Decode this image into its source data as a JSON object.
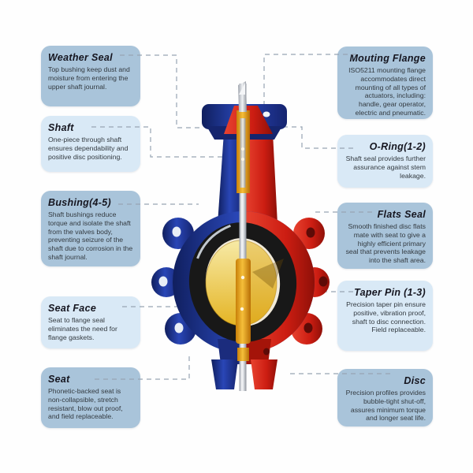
{
  "diagram": {
    "label": "Butterfly valve cutaway diagram",
    "parts": [
      "weather seal",
      "shaft",
      "bushing",
      "seat face",
      "seat",
      "mounting flange",
      "o-ring",
      "flats seal",
      "taper pin",
      "disc"
    ]
  },
  "colors": {
    "box_dark": "#a9c4da",
    "box_light": "#d9e9f6",
    "title_text": "#15151f",
    "body_text": "#333a40",
    "connector": "#97a5b3",
    "valve_blue": "#2440ab",
    "valve_red": "#d2261a",
    "shaft_gold": "#e9a51d",
    "disc_yellow": "#eecb52",
    "seat_black": "#1a1a1a",
    "stem_silver": "#c7ccd3"
  },
  "callouts": {
    "left": [
      {
        "id": "weather-seal",
        "tone": "dark",
        "title": "Weather Seal",
        "body": "Top bushing keep dust and moisture from entering the upper shaft journal."
      },
      {
        "id": "shaft",
        "tone": "light",
        "title": "Shaft",
        "body": "One-piece through shaft ensures dependability and positive disc positioning."
      },
      {
        "id": "bushing",
        "tone": "dark",
        "title": "Bushing(4-5)",
        "body": "Shaft bushings reduce torque and isolate the shaft from the valves body, preventing seizure of the shaft due to corrosion in the shaft journal."
      },
      {
        "id": "seat-face",
        "tone": "light",
        "title": "Seat Face",
        "body": "Seat to flange seal eliminates the need for flange gaskets."
      },
      {
        "id": "seat",
        "tone": "dark",
        "title": "Seat",
        "body": "Phonetic-backed seat is non-collapsible, stretch resistant, blow out proof, and field replaceable."
      }
    ],
    "right": [
      {
        "id": "mounting-flange",
        "tone": "dark",
        "title": "Mouting Flange",
        "body": "ISO5211 mounting flange accommodates direct mounting of all types of actuators, including: handle, gear operator, electric and pneumatic."
      },
      {
        "id": "o-ring",
        "tone": "light",
        "title": "O-Ring(1-2)",
        "body": "Shaft seal provides further assurance against stem leakage."
      },
      {
        "id": "flats-seal",
        "tone": "dark",
        "title": "Flats Seal",
        "body": "Smooth finished disc flats mate with seat to give a highly efficient primary seal that prevents leakage into the shaft area."
      },
      {
        "id": "taper-pin",
        "tone": "light",
        "title": "Taper Pin (1-3)",
        "body": "Precision taper pin ensure positive, vibration proof, shaft to disc connection. Field replaceable."
      },
      {
        "id": "disc",
        "tone": "dark",
        "title": "Disc",
        "body": "Precision profiles provides bubble-tight shut-off, assures minimum torque and longer seat life."
      }
    ]
  }
}
